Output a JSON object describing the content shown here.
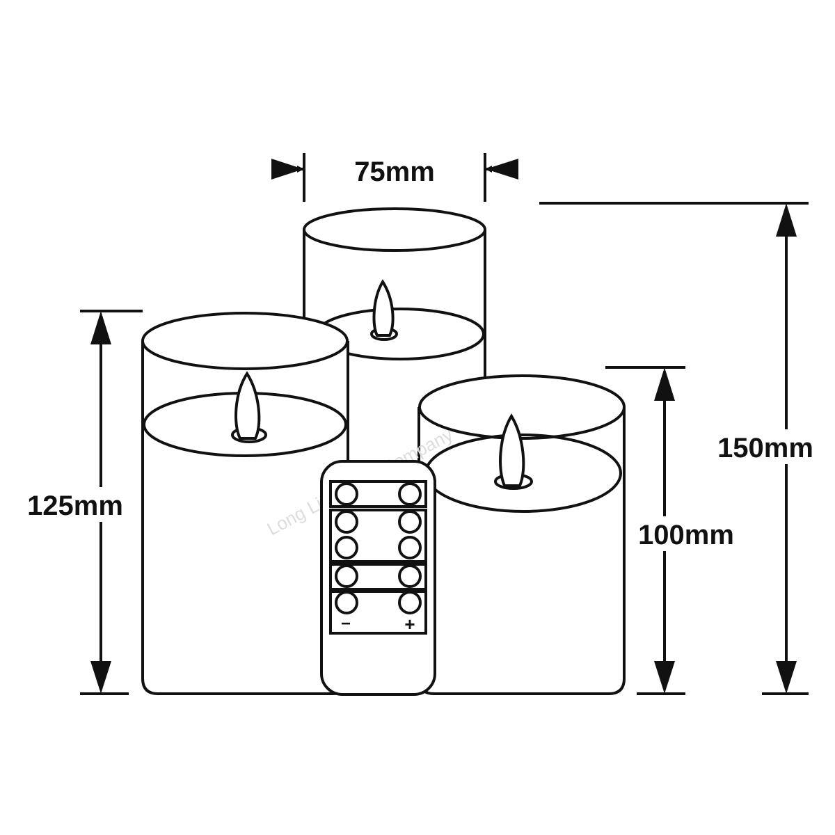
{
  "dimensions": {
    "width": "75mm",
    "left_height": "125mm",
    "right_height": "100mm",
    "back_height": "150mm"
  },
  "remote": {
    "minus": "−",
    "plus": "+"
  },
  "watermark": "Long Life Lamp Company",
  "colors": {
    "line": "#111111",
    "background": "#ffffff"
  }
}
